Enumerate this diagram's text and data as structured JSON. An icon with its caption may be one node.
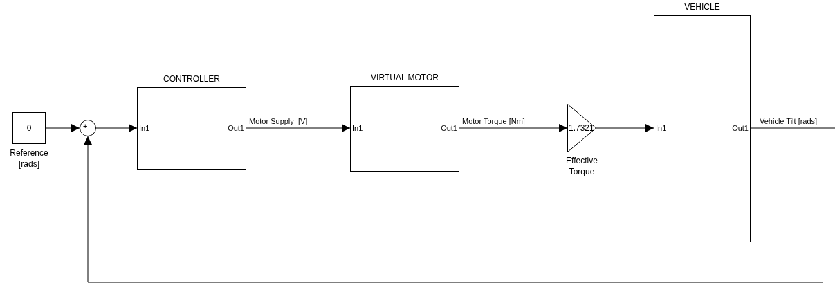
{
  "diagram": {
    "nodes": [
      {
        "text": [
          "0"
        ],
        "beside": [
          "Reference [rads]"
        ]
      },
      {
        "text": [
          "+",
          "_"
        ]
      },
      {
        "text": [
          "CONTROLLER",
          "In1",
          "Out1"
        ]
      },
      {
        "text": [
          "VIRTUAL MOTOR",
          "In1",
          "Out1"
        ]
      },
      {
        "text": [
          "1.7321"
        ],
        "beside": [
          "Effective Torque"
        ]
      },
      {
        "text": [
          "VEHICLE",
          "In1",
          "Out1"
        ]
      }
    ],
    "edges": [
      {
        "from": 0,
        "to": 1,
        "arrow": "to"
      },
      {
        "from": 1,
        "to": 2,
        "arrow": "to"
      },
      {
        "from": 2,
        "to": 3,
        "arrow": "to",
        "label": "Motor Supply  [V]"
      },
      {
        "from": 3,
        "to": 4,
        "arrow": "to",
        "label": "Motor Torque [Nm]"
      },
      {
        "from": 4,
        "to": 5,
        "arrow": "to"
      },
      {
        "from": 5,
        "to": null,
        "arrow": "none",
        "label": "Vehicle Tilt [rads]"
      },
      {
        "from": null,
        "to": 1,
        "arrow": "to"
      }
    ]
  }
}
